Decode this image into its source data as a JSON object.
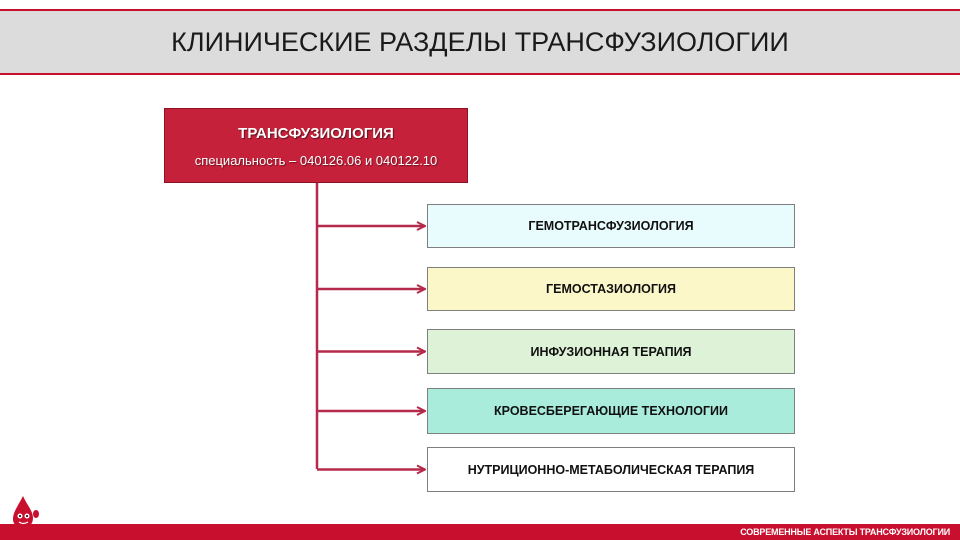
{
  "title": "КЛИНИЧЕСКИЕ РАЗДЕЛЫ ТРАНСФУЗИОЛОГИИ",
  "root": {
    "title": "ТРАНСФУЗИОЛОГИЯ",
    "subtitle": "специальность – 040126.06 и 040122.10",
    "color": "#c5213a"
  },
  "branches": [
    {
      "label": "ГЕМОТРАНСФУЗИОЛОГИЯ",
      "color": "#e8fbfd"
    },
    {
      "label": "ГЕМОСТАЗИОЛОГИЯ",
      "color": "#fbf7c8"
    },
    {
      "label": "ИНФУЗИОННАЯ ТЕРАПИЯ",
      "color": "#def2d7"
    },
    {
      "label": "КРОВЕСБЕРЕГАЮЩИЕ ТЕХНОЛОГИИ",
      "color": "#a9ecdc"
    },
    {
      "label": "НУТРИЦИОННО-МЕТАБОЛИЧЕСКАЯ ТЕРАПИЯ",
      "color": "#ffffff"
    }
  ],
  "connector_color": "#b5294a",
  "footer": {
    "text": "СОВРЕМЕННЫЕ АСПЕКТЫ ТРАНСФУЗИОЛОГИИ",
    "color": "#c8102e"
  },
  "logo_icon": "blood-drop-mascot-icon"
}
